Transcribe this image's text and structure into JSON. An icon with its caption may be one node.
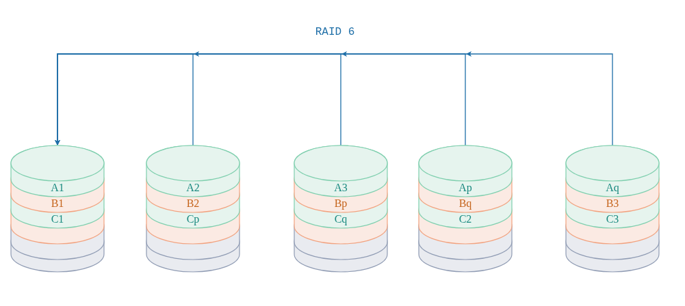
{
  "diagram": {
    "title": "RAID 6",
    "nodes": [
      {
        "text": [
          "A1",
          "B1",
          "C1"
        ]
      },
      {
        "text": [
          "A2",
          "B2",
          "Cp"
        ]
      },
      {
        "text": [
          "A3",
          "Bp",
          "Cq"
        ]
      },
      {
        "text": [
          "Ap",
          "Bq",
          "C2"
        ]
      },
      {
        "text": [
          "Aq",
          "B3",
          "C3"
        ]
      }
    ],
    "edges": [
      {
        "from": 1,
        "to": 0,
        "arrow": "to"
      },
      {
        "from": 2,
        "to": 0,
        "arrow": "to"
      },
      {
        "from": 3,
        "to": 0,
        "arrow": "to"
      },
      {
        "from": 4,
        "to": 0,
        "arrow": "to"
      }
    ]
  }
}
